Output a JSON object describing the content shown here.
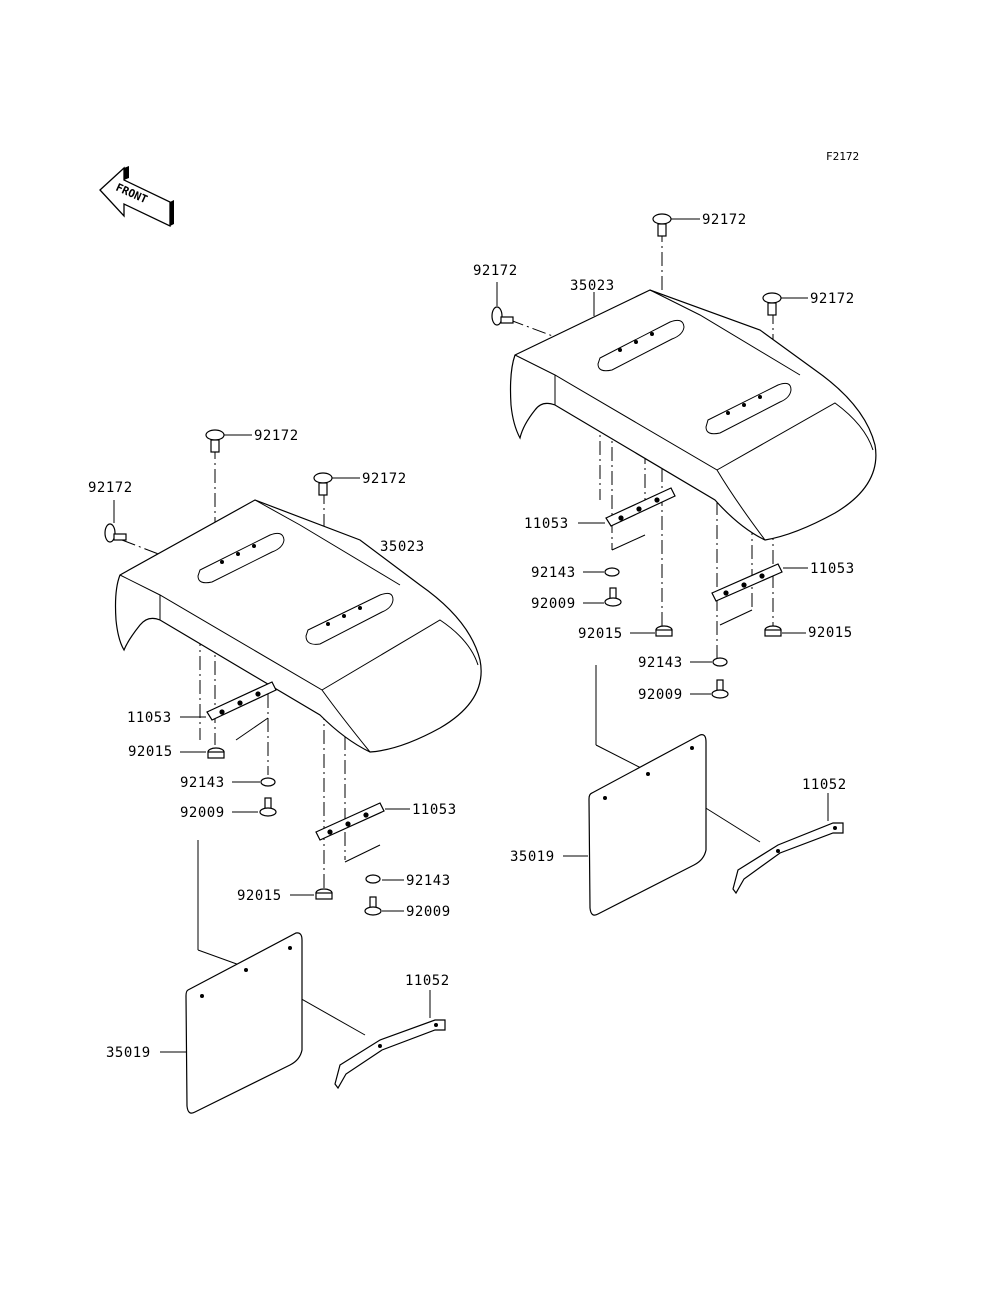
{
  "figure_code": "F2172",
  "front_label": "FRONT",
  "left_assembly": {
    "labels": {
      "screw_top_a": "92172",
      "screw_top_b": "92172",
      "screw_side": "92172",
      "fender": "35023",
      "bracket_a": "11053",
      "bracket_b": "11053",
      "nut_a": "92015",
      "nut_b": "92015",
      "washer_a": "92143",
      "washer_b": "92143",
      "bolt_a": "92009",
      "bolt_b": "92009",
      "mud_flap": "35019",
      "flap_bracket": "11052"
    }
  },
  "right_assembly": {
    "labels": {
      "screw_top_a": "92172",
      "screw_top_b": "92172",
      "screw_side": "92172",
      "fender": "35023",
      "bracket_a": "11053",
      "bracket_b": "11053",
      "nut_a": "92015",
      "nut_b": "92015",
      "washer_a": "92143",
      "washer_b": "92143",
      "bolt_a": "92009",
      "bolt_b": "92009",
      "mud_flap": "35019",
      "flap_bracket": "11052"
    }
  }
}
